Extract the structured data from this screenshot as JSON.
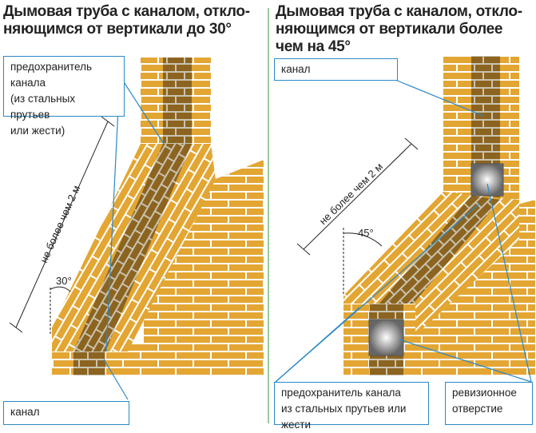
{
  "left": {
    "title_line1": "Дымовая труба с каналом, откло-",
    "title_line2": "няющимся от вертикали до 30°",
    "guard_label": [
      "предохранитель канала",
      "(из стальных прутьев",
      "или жести)"
    ],
    "channel_label": "канал",
    "dimension_label": "не более чем 2 м",
    "angle_label": "30°"
  },
  "right": {
    "title_line1": "Дымовая труба с каналом, откло-",
    "title_line2": "няющимся от вертикали более",
    "title_line3": "чем на 45°",
    "channel_label": "канал",
    "guard_label": [
      "предохранитель канала",
      "из стальных прутьев или жести"
    ],
    "revision_label": [
      "ревизионное",
      "отверстие"
    ],
    "dimension_label": "не более чем 2 м",
    "angle_label": "45°"
  },
  "colors": {
    "brick": "#e3a633",
    "channel": "#8c6420",
    "mortar": "#ffffff",
    "callout": "#2b88c6",
    "divider": "#7cb87c"
  }
}
